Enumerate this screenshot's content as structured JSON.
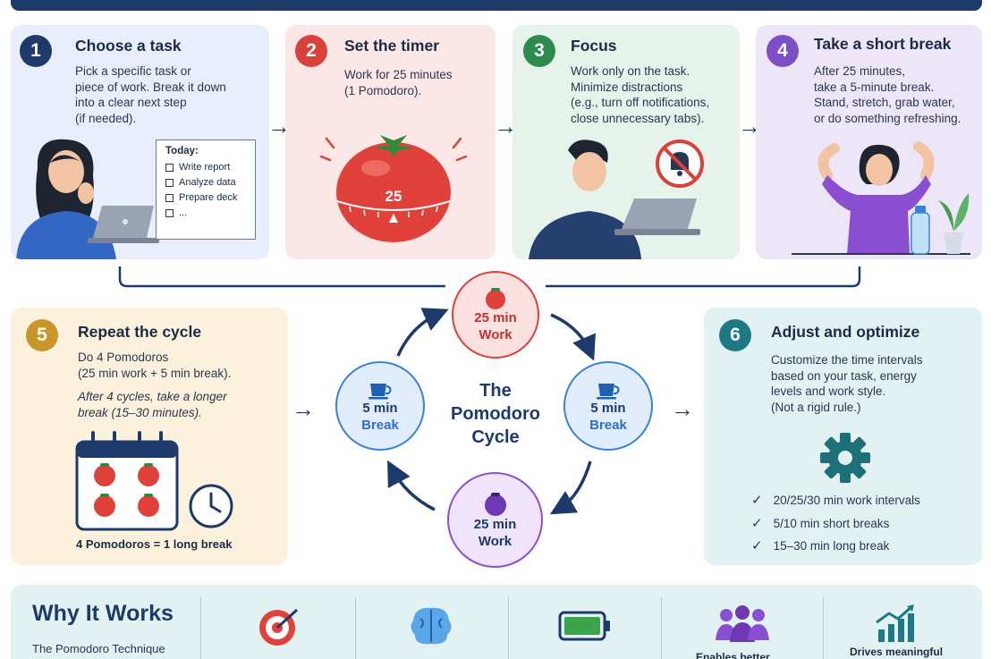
{
  "steps": [
    {
      "number": "1",
      "title": "Choose a task",
      "lines": [
        "Pick a specific task or",
        "piece of work. Break it down",
        "into a clear next step",
        "(if needed)."
      ],
      "color": "#1d3a6a"
    },
    {
      "number": "2",
      "title": "Set the timer",
      "lines": [
        "Work for 25 minutes",
        "(1 Pomodoro)."
      ],
      "color": "#d9413a"
    },
    {
      "number": "3",
      "title": "Focus",
      "lines": [
        "Work only on the task.",
        "Minimize distractions",
        "(e.g., turn off notifications,",
        "close unnecessary tabs)."
      ],
      "color": "#2e8b4e"
    },
    {
      "number": "4",
      "title": "Take a short break",
      "lines": [
        "After 25 minutes,",
        "take a 5-minute break.",
        "Stand, stretch, grab water,",
        "or do something refreshing."
      ],
      "color": "#7c4fc4"
    },
    {
      "number": "5",
      "title": "Repeat the cycle",
      "lines": [
        "Do 4 Pomodoros",
        "(25 min work + 5 min break)."
      ],
      "italic_lines": [
        "After 4 cycles, take a longer",
        "break (15–30 minutes)."
      ],
      "color": "#c9962b"
    },
    {
      "number": "6",
      "title": "Adjust and optimize",
      "lines": [
        "Customize the time intervals",
        "based on your task, energy",
        "levels and work style.",
        "(Not a rigid rule.)"
      ],
      "color": "#1d7a84"
    }
  ],
  "todo": {
    "title": "Today:",
    "items": [
      "Write report",
      "Analyze data",
      "Prepare deck",
      "..."
    ]
  },
  "timer": {
    "value": "25"
  },
  "cycle": {
    "title_lines": [
      "The",
      "Pomodoro",
      "Cycle"
    ],
    "top": {
      "value": "25 min",
      "label": "Work"
    },
    "left": {
      "value": "5 min",
      "label": "Break"
    },
    "right": {
      "value": "5 min",
      "label": "Break"
    },
    "bottom": {
      "value": "25 min",
      "label": "Work"
    }
  },
  "repeat_note": "4 Pomodoros = 1 long break",
  "options": [
    "20/25/30 min work intervals",
    "5/10 min short breaks",
    "15–30 min long break"
  ],
  "why": {
    "title": "Why It Works",
    "subtitle": "The Pomodoro Technique",
    "labels": [
      "Enables better",
      "Drives meaningful"
    ]
  },
  "icons": [
    "target-icon",
    "brain-icon",
    "battery-icon",
    "people-icon",
    "growth-chart-icon",
    "gear-icon",
    "coffee-cup-icon",
    "tomato-icon",
    "clock-icon",
    "bell-off-icon",
    "water-bottle-icon",
    "plant-icon",
    "laptop-icon",
    "calendar-icon"
  ]
}
